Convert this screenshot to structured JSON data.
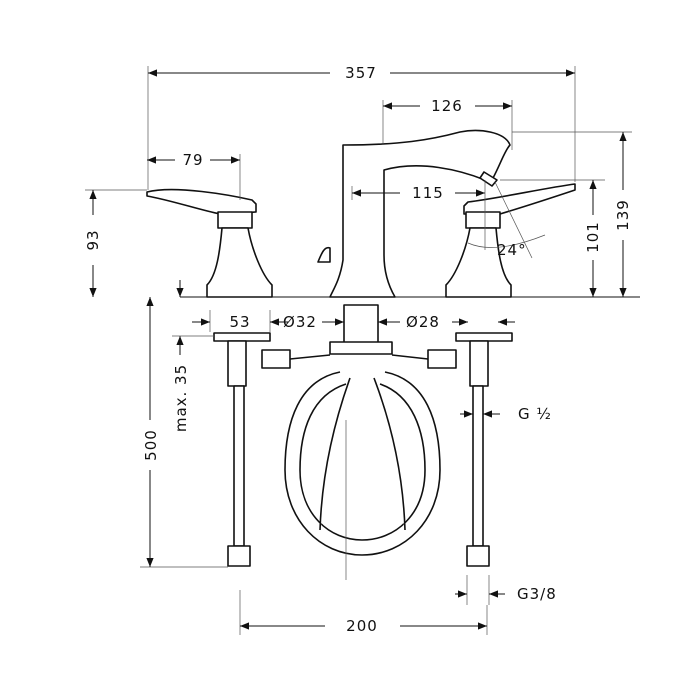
{
  "dimensions": {
    "overall_width": "357",
    "spout_reach": "126",
    "handle_reach": "79",
    "spout_outlet_offset": "115",
    "handle_height": "93",
    "outlet_height": "101",
    "spout_height": "139",
    "outlet_angle": "24°",
    "handle_base_diameter": "53",
    "spout_base_diameter": "Ø32",
    "shank_diameter": "Ø28",
    "max_deck_thickness": "max. 35",
    "hose_length": "500",
    "inlet_thread": "G ½",
    "connection_thread": "G3/8",
    "handle_spacing": "200"
  },
  "colors": {
    "line": "#111111",
    "background": "#ffffff"
  }
}
